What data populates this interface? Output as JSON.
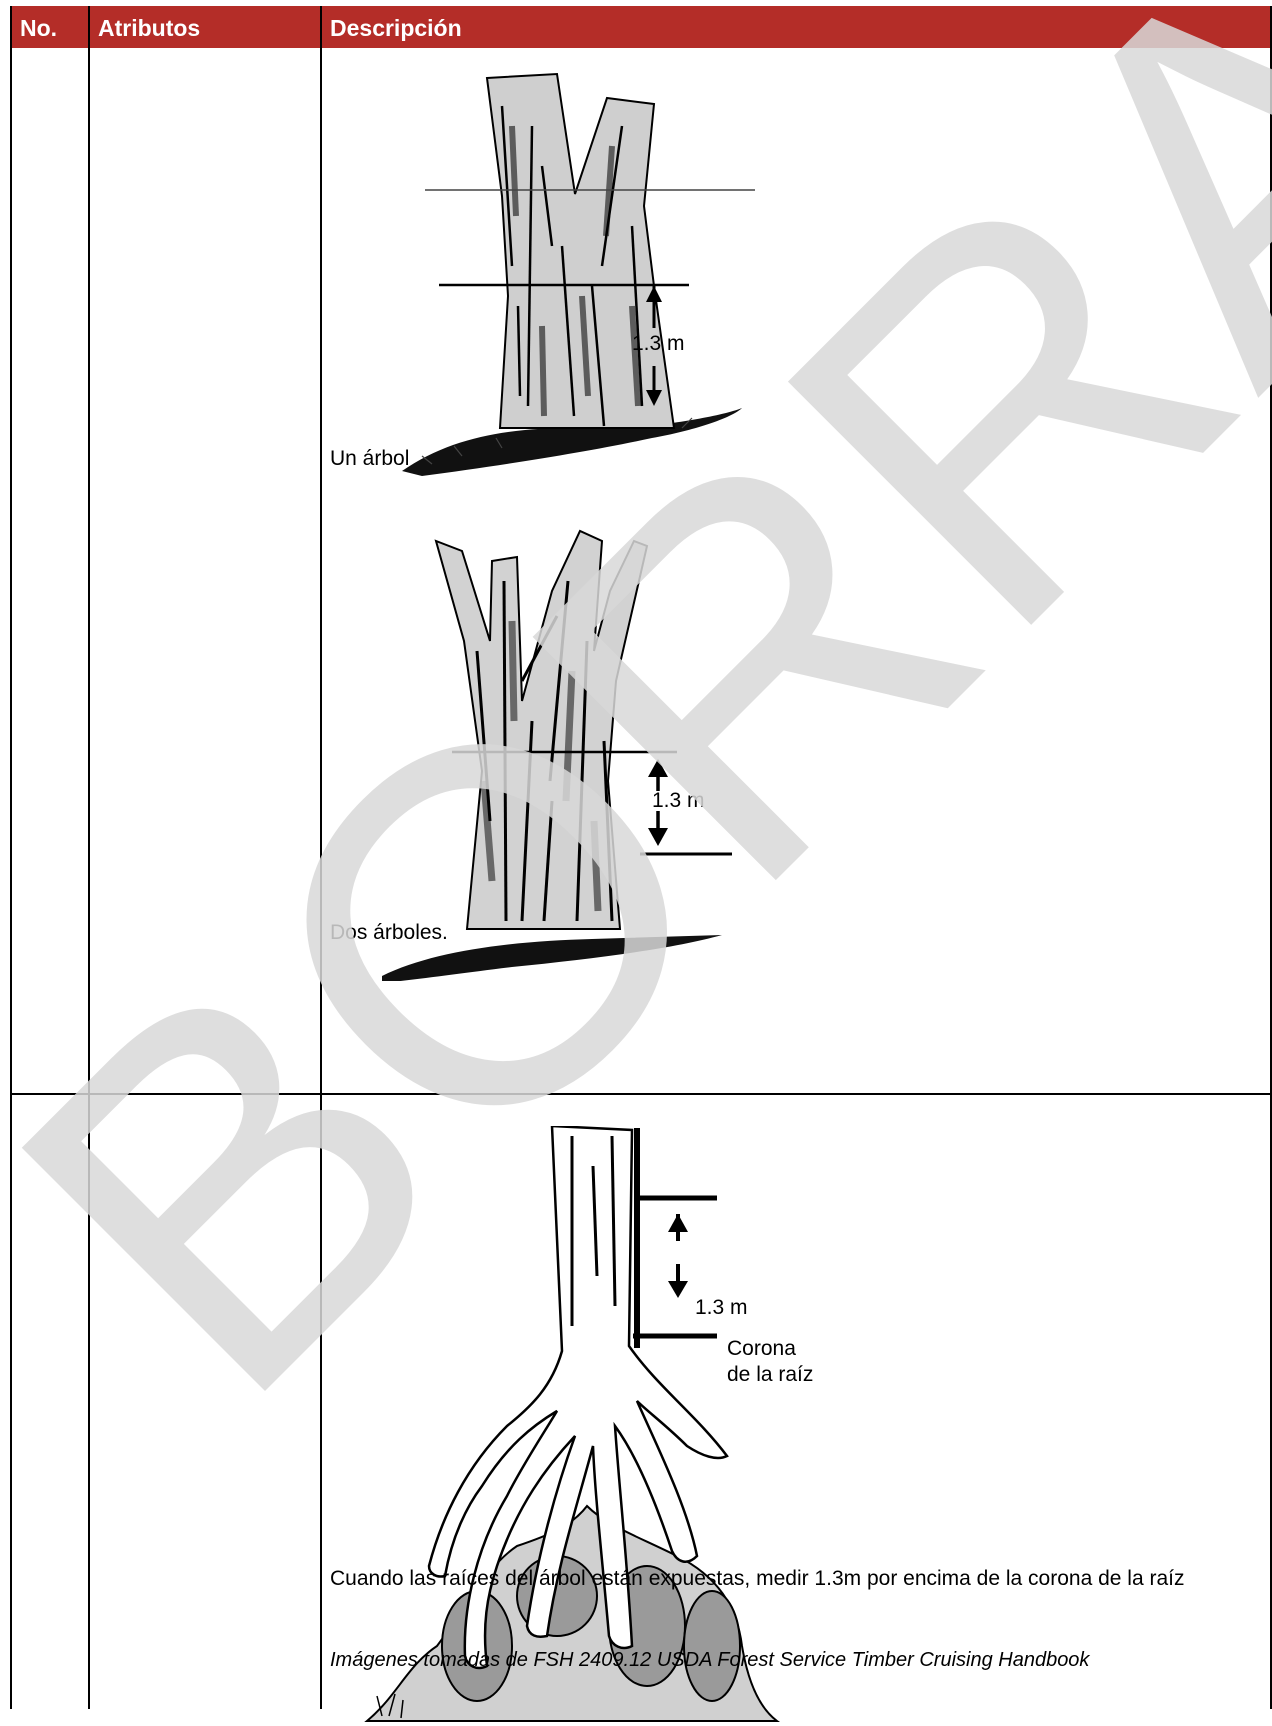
{
  "table": {
    "headers": [
      "No.",
      "Atributos",
      "Descripción"
    ],
    "row1": {
      "figure1_measure": "1.3 m",
      "caption1": "Un árbol",
      "figure2_measure": "1.3 m",
      "caption2": "Dos árboles."
    },
    "row2": {
      "figure_measure": "1.3 m",
      "root_label_line1": "Corona",
      "root_label_line2": "de la raíz",
      "caption": "Cuando las raíces del árbol están expuestas, medir 1.3m por encima de la corona de la raíz",
      "source": "Imágenes tomadas de FSH 2409.12 USDA Forest Service Timber Cruising Handbook"
    }
  },
  "watermark": {
    "text": "BORRADOR",
    "color": "#d9d9d9"
  },
  "colors": {
    "header_bg": "#b42d28",
    "header_text": "#ffffff"
  }
}
